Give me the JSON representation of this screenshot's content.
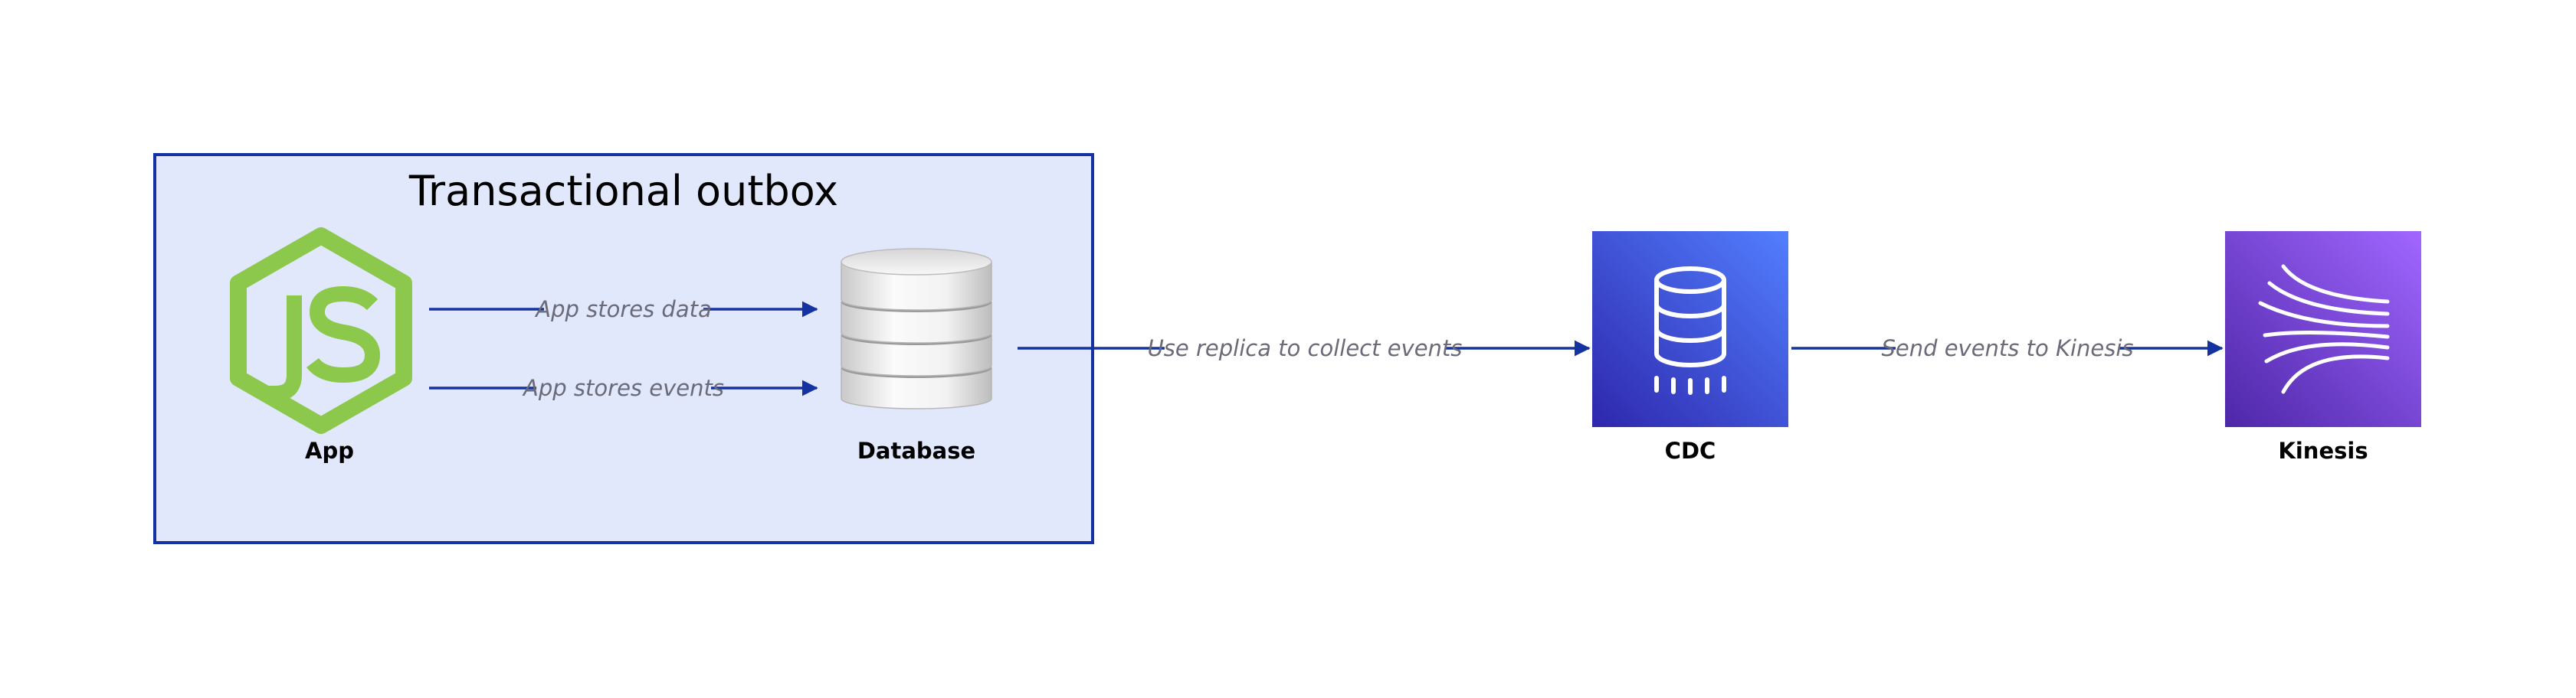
{
  "diagram": {
    "group": {
      "title": "Transactional outbox"
    },
    "nodes": {
      "app": {
        "label": "App",
        "icon": "nodejs-icon"
      },
      "database": {
        "label": "Database",
        "icon": "database-stack-icon"
      },
      "cdc": {
        "label": "CDC",
        "icon": "database-cdc-icon"
      },
      "kinesis": {
        "label": "Kinesis",
        "icon": "kinesis-streams-icon"
      }
    },
    "edges": {
      "app_to_db_data": {
        "label": "App stores data",
        "from": "App",
        "to": "Database"
      },
      "app_to_db_events": {
        "label": "App stores events",
        "from": "App",
        "to": "Database"
      },
      "db_to_cdc": {
        "label": "Use replica to collect events",
        "from": "Database",
        "to": "CDC"
      },
      "cdc_to_kinesis": {
        "label": "Send events to Kinesis",
        "from": "CDC",
        "to": "Kinesis"
      }
    },
    "colors": {
      "group_fill": "#e1e8fb",
      "group_border": "#1432a0",
      "edge": "#1432a0",
      "nodejs_green": "#8cc84b",
      "cdc_gradient": [
        "#2e27ad",
        "#527fff"
      ],
      "kinesis_gradient": [
        "#4d27a8",
        "#a166ff"
      ]
    }
  }
}
